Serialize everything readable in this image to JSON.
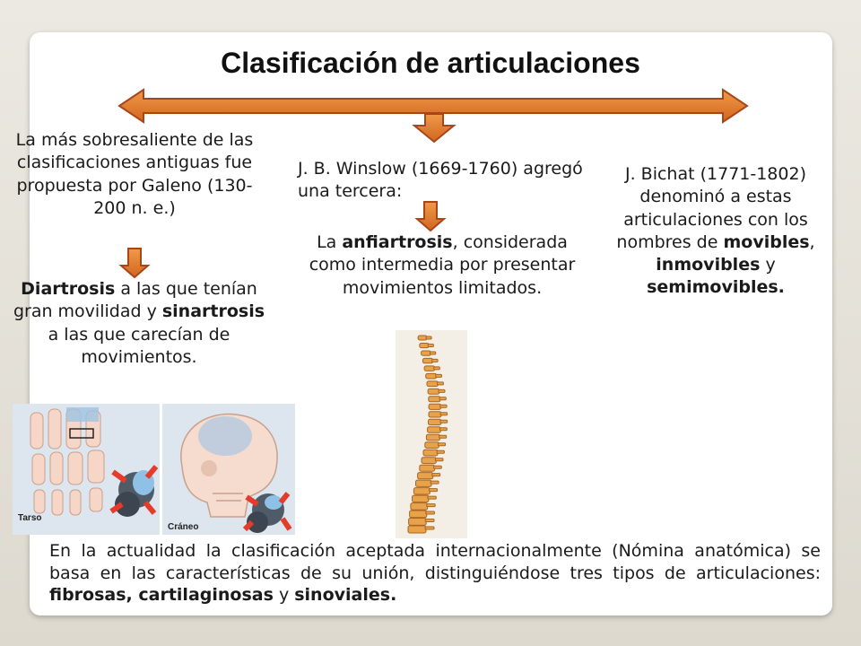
{
  "title": "Clasificación de articulaciones",
  "galeno": {
    "intro": "La más sobresaliente de las clasificaciones antiguas fue propuesta por Galeno (130-200 n. e.)",
    "term1": "Diartrosis",
    "text1": " a las que tenían gran movilidad y ",
    "term2": "sinartrosis",
    "text2": " a las que carecían de movimientos."
  },
  "winslow": {
    "intro": "J. B. Winslow (1669-1760) agregó una tercera:",
    "pre": "La ",
    "term": "anfiartrosis",
    "post": ", considerada como intermedia por presentar movimientos limitados."
  },
  "bichat": {
    "intro": "J. Bichat (1771-1802) denominó a estas articulaciones con los nombres de ",
    "term1": "movibles",
    "sep1": ", ",
    "term2": "inmovibles",
    "sep2": " y ",
    "term3": "semimovibles."
  },
  "figures": {
    "tarso_label": "Tarso",
    "craneo_label": "Cráneo"
  },
  "bottom": {
    "pre": "En la actualidad la clasificación aceptada internacionalmente (Nómina anatómica) se basa en las características de su unión, distinguiéndose tres tipos de articulaciones: ",
    "term1": "fibrosas, cartilaginosas",
    "sep": " y ",
    "term2": "sinoviales."
  },
  "colors": {
    "arrow_fill": "#e07b2a",
    "arrow_stroke": "#a8461a",
    "bone": "#e8a34a"
  }
}
